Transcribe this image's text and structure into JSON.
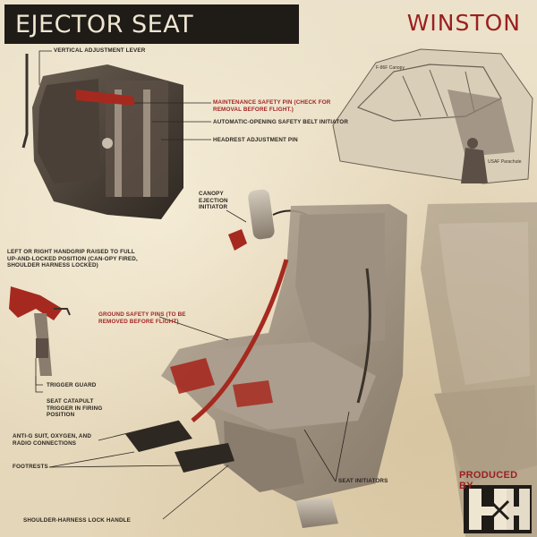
{
  "cover": {
    "title": "EJECTOR SEAT",
    "artist": "WINSTON",
    "produced_by": "PRODUCED BY"
  },
  "callouts": {
    "vertical_adjustment_lever": "VERTICAL ADJUSTMENT LEVER",
    "maintenance_safety_pin": "MAINTENANCE SAFETY PIN (CHECK FOR REMOVAL BEFORE FLIGHT.)",
    "safety_belt_initiator": "AUTOMATIC-OPENING SAFETY BELT INITIATOR",
    "headrest_adjustment_pin": "HEADREST ADJUSTMENT PIN",
    "canopy_ejection_initiator": "CANOPY EJECTION INITIATOR",
    "handgrip": "LEFT OR RIGHT HANDGRIP RAISED TO FULL UP-AND-LOCKED POSITION (CAN-OPY FIRED, SHOULDER HARNESS LOCKED)",
    "ground_safety_pins": "GROUND SAFETY PINS (TO BE REMOVED BEFORE FLIGHT)",
    "trigger_guard": "TRIGGER GUARD",
    "catapult_trigger": "SEAT CATAPULT TRIGGER IN FIRING POSITION",
    "anti_g_suit": "ANTI-G SUIT, OXYGEN, AND RADIO CONNECTIONS",
    "footrests": "FOOTRESTS",
    "seat_initiators": "SEAT INITIATORS",
    "harness_lock_handle": "SHOULDER-HARNESS LOCK HANDLE"
  },
  "inset": {
    "canopy_caption": "F-86F Canopy",
    "parachute_caption": "USAF Parachute"
  },
  "colors": {
    "title_bg": "#1f1b17",
    "accent_red": "#9a1f1f",
    "paper": "#e8dcc2",
    "ink": "#2b2620"
  },
  "icons": {
    "logo": "h-and-h-logo"
  }
}
